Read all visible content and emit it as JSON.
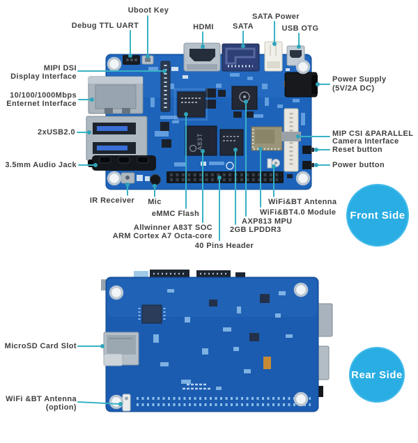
{
  "front": {
    "badge": "Front Side",
    "chip_marking": "A83T",
    "labels": {
      "uboot": "Uboot Key",
      "debug": "Debug TTL UART",
      "hdmi": "HDMI",
      "sata": "SATA",
      "sata_power": "SATA Power",
      "usb_otg": "USB OTG",
      "mipi1": "MIPI DSI",
      "mipi2": "Display Interface",
      "eth1": "10/100/1000Mbps",
      "eth2": "Enternet Interface",
      "usb2": "2xUSB2.0",
      "audio": "3.5mm Audio Jack",
      "ir": "IR Receiver",
      "mic": "Mic",
      "emmc": "eMMC Flash",
      "soc1": "Allwinner A83T SOC",
      "soc2": "ARM Cortex A7 Octa-core",
      "pins": "40 Pins Header",
      "lpddr3": "2GB LPDDR3",
      "axp": "AXP813 MPU",
      "wifi_module": "WiFi&BT4.0 Module",
      "wifi_antenna": "WiFi&BT Antenna",
      "psu1": "Power Supply",
      "psu2": "(5V/2A DC)",
      "cam1": "MIP CSI &PARALLEL",
      "cam2": "Camera Interface",
      "reset": "Reset button",
      "power": "Power button"
    }
  },
  "rear": {
    "badge": "Rear Side",
    "labels": {
      "microsd": "MicroSD Card Slot",
      "ant1": "WiFi &BT Antenna",
      "ant2": "(option)"
    }
  },
  "colors": {
    "pcb_blue_front": "#1d63ba",
    "pcb_blue_rear": "#1b5cb0",
    "badge_cyan": "#29ade3",
    "leader_teal": "#38b2c4",
    "label_text": "#3f3f3f",
    "connector_silver": "#b4bec8",
    "chip_dark": "#232936",
    "wifi_module_tan": "#9a9478"
  }
}
